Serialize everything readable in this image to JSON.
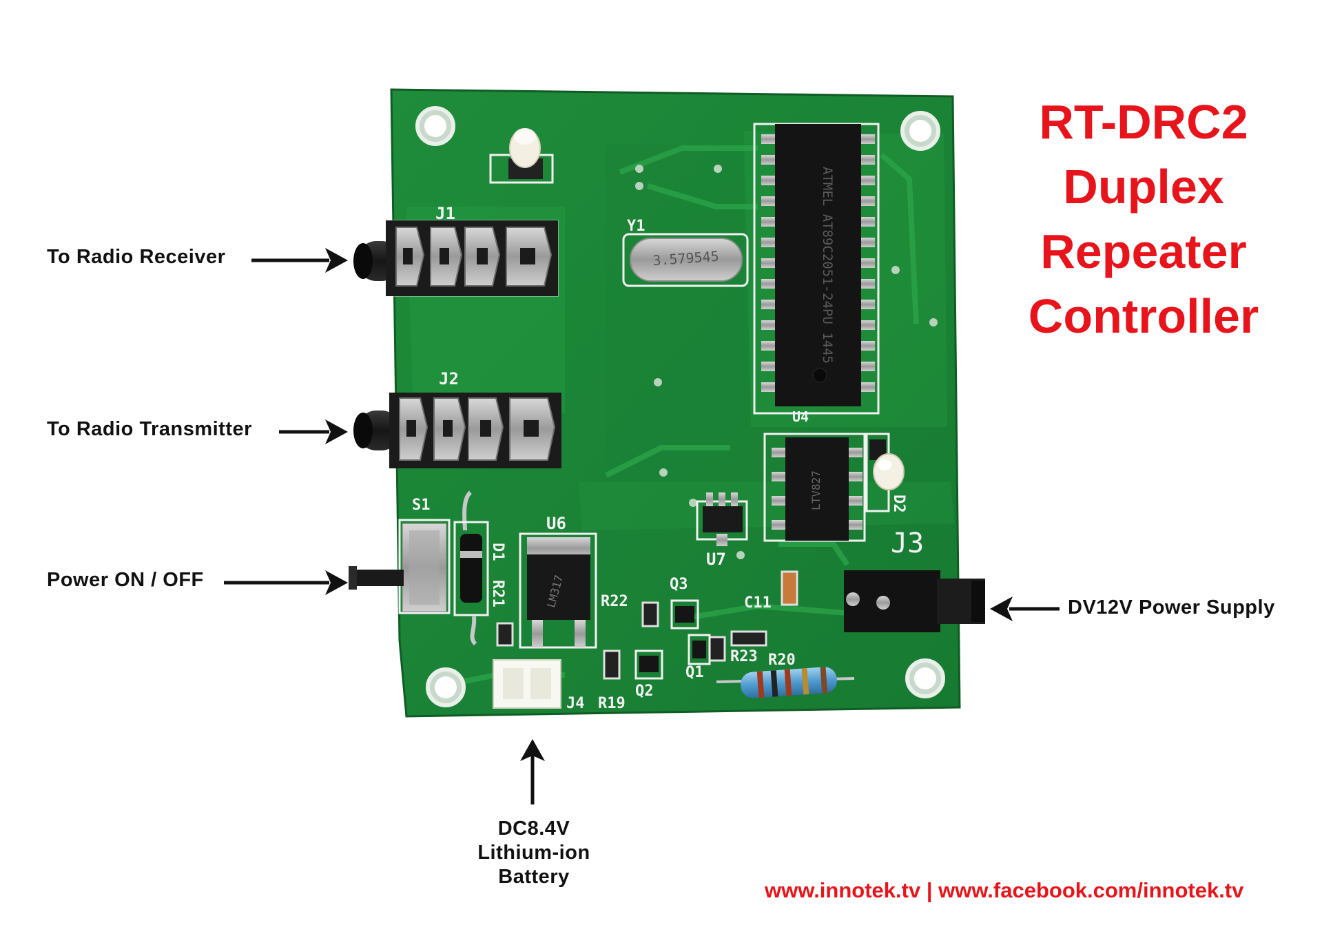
{
  "title_lines": [
    "RT-DRC2",
    "Duplex",
    "Repeater",
    "Controller"
  ],
  "callouts": {
    "receiver": "To Radio Receiver",
    "transmitter": "To Radio Transmitter",
    "power_switch": "Power ON / OFF",
    "power_supply": "DV12V Power Supply"
  },
  "battery_lines": [
    "DC8.4V",
    "Lithium-ion",
    "Battery"
  ],
  "footer": "www.innotek.tv | www.facebook.com/innotek.tv",
  "board_labels": {
    "j1": "J1",
    "j2": "J2",
    "j3": "J3",
    "j4": "J4",
    "y1": "Y1",
    "u4": "U4",
    "u6": "U6",
    "u7": "U7",
    "s1": "S1",
    "d1": "D1",
    "d2": "D2",
    "r19": "R19",
    "r20": "R20",
    "r21": "R21",
    "r22": "R22",
    "r23": "R23",
    "q1": "Q1",
    "q2": "Q2",
    "q3": "Q3",
    "c11": "C11"
  },
  "component_markings": {
    "crystal": "3.579545",
    "mcu": "ATMEL AT89C2051-24PU 1445",
    "optocoupler": "LTV827",
    "regulator": "LM317"
  },
  "colors": {
    "title_red": "#e8141b",
    "pcb_green": "#1f8a3b",
    "silkscreen": "#f2f2f2",
    "arrow": "#111111"
  }
}
